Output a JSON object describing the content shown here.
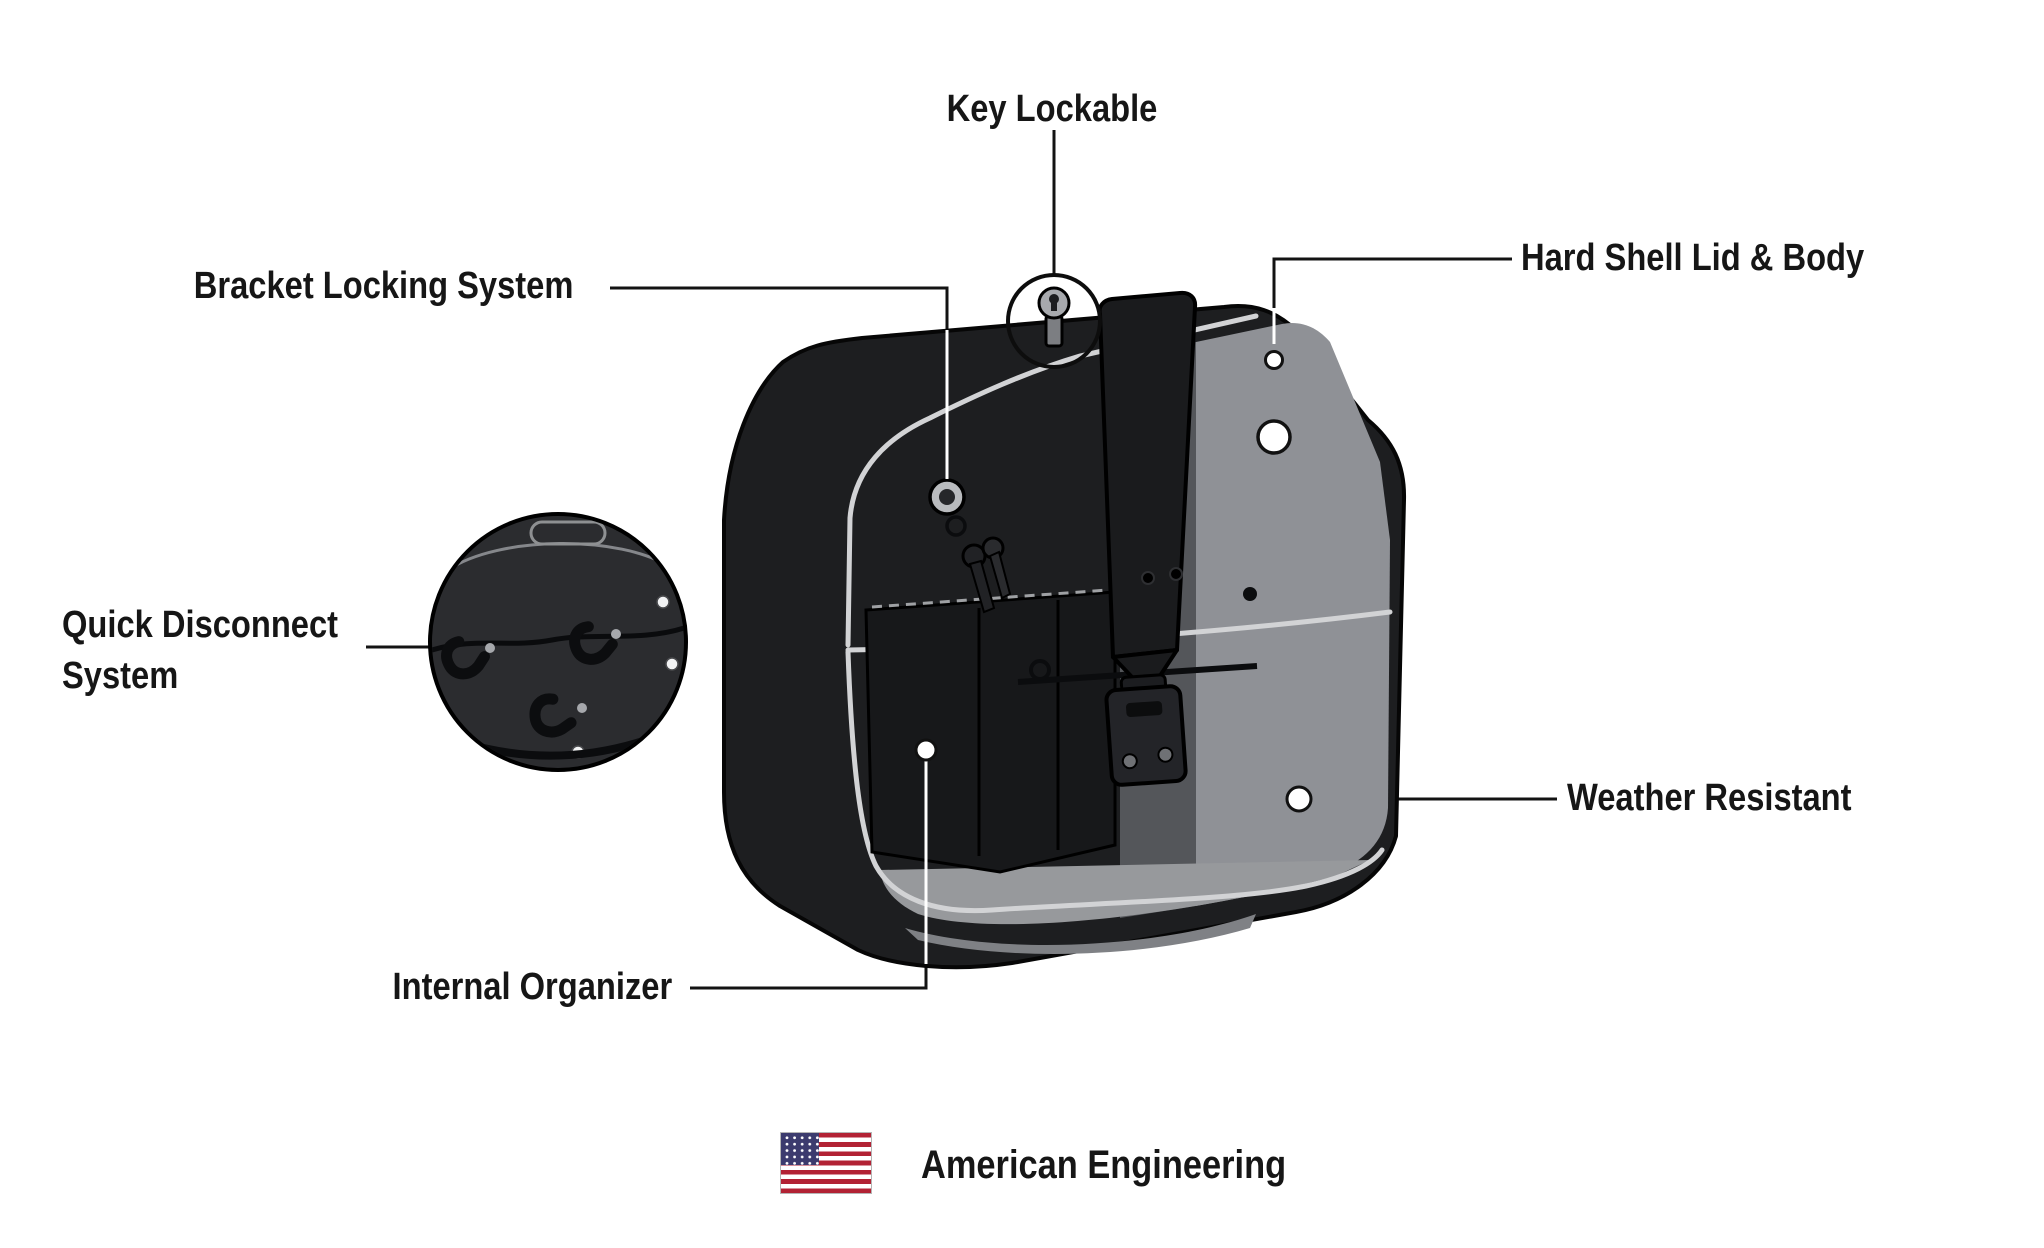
{
  "callouts": {
    "key_lockable": {
      "label": "Key Lockable"
    },
    "bracket_locking_system": {
      "label": "Bracket Locking System"
    },
    "hard_shell_lid_body": {
      "label": "Hard Shell Lid & Body"
    },
    "quick_disconnect_system": {
      "label": "Quick Disconnect\nSystem"
    },
    "weather_resistant": {
      "label": "Weather Resistant"
    },
    "internal_organizer": {
      "label": "Internal Organizer"
    }
  },
  "footer": {
    "label": "American Engineering",
    "flag_icon": "us-flag-icon"
  },
  "illustration": {
    "subject": "hard-shell-motorcycle-saddlebag",
    "inset": "quick-disconnect-back-view"
  },
  "colors": {
    "text": "#161616",
    "callout_line": "#131313",
    "shell_black": "#1d1e20",
    "interior_gray": "#8f9196",
    "piping_gray": "#d2d3d5",
    "flag_red": "#B22234",
    "flag_blue": "#3C3B6E"
  }
}
